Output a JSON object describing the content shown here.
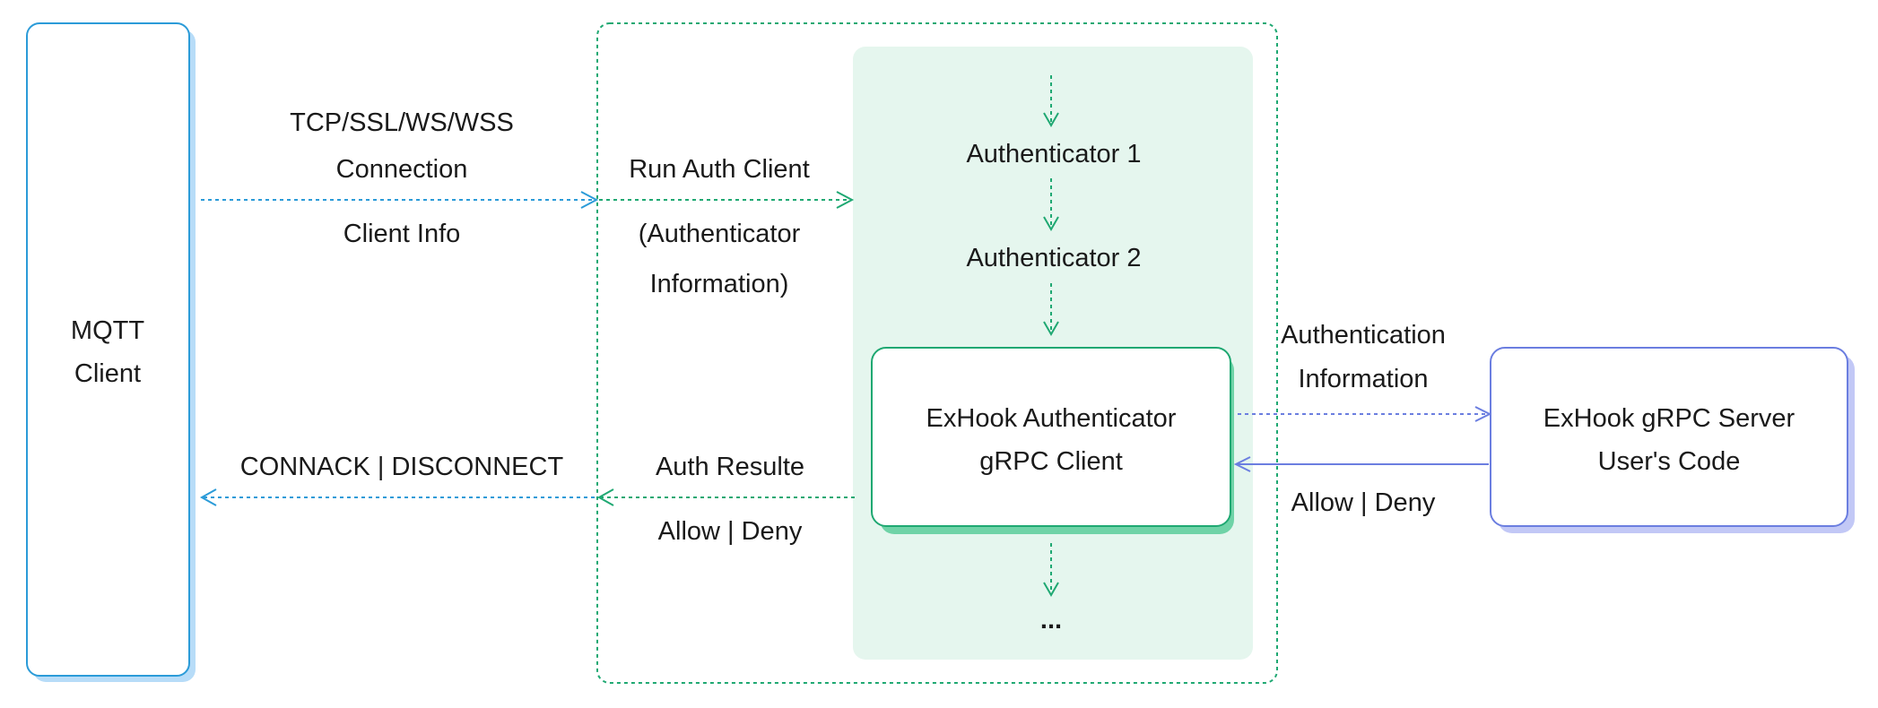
{
  "colors": {
    "blue": "#2b9bd8",
    "blue_shadow": "#b7dcf8",
    "green": "#1fa872",
    "green_fill": "#e5f6ee",
    "green_shadow": "#6fd3a7",
    "purple": "#6b7ee0",
    "purple_shadow": "#c2c8f6",
    "text": "#1a1a1a"
  },
  "mqtt_client": {
    "line1": "MQTT",
    "line2": "Client"
  },
  "connection": {
    "line1": "TCP/SSL/WS/WSS",
    "line2": "Connection",
    "line3": "Client Info"
  },
  "run_auth": {
    "line1": "Run Auth Client",
    "line2": "(Authenticator",
    "line3": "Information)"
  },
  "chain": {
    "auth1": "Authenticator 1",
    "auth2": "Authenticator 2",
    "ellipsis": "..."
  },
  "exhook_client": {
    "line1": "ExHook Authenticator",
    "line2": "gRPC Client"
  },
  "exhook_server": {
    "line1": "ExHook gRPC Server",
    "line2": "User's Code"
  },
  "authentication_info": {
    "line1": "Authentication",
    "line2": "Information"
  },
  "server_result": "Allow | Deny",
  "connack": "CONNACK | DISCONNECT",
  "auth_result": {
    "line1": "Auth Resulte",
    "line2": "Allow | Deny"
  }
}
